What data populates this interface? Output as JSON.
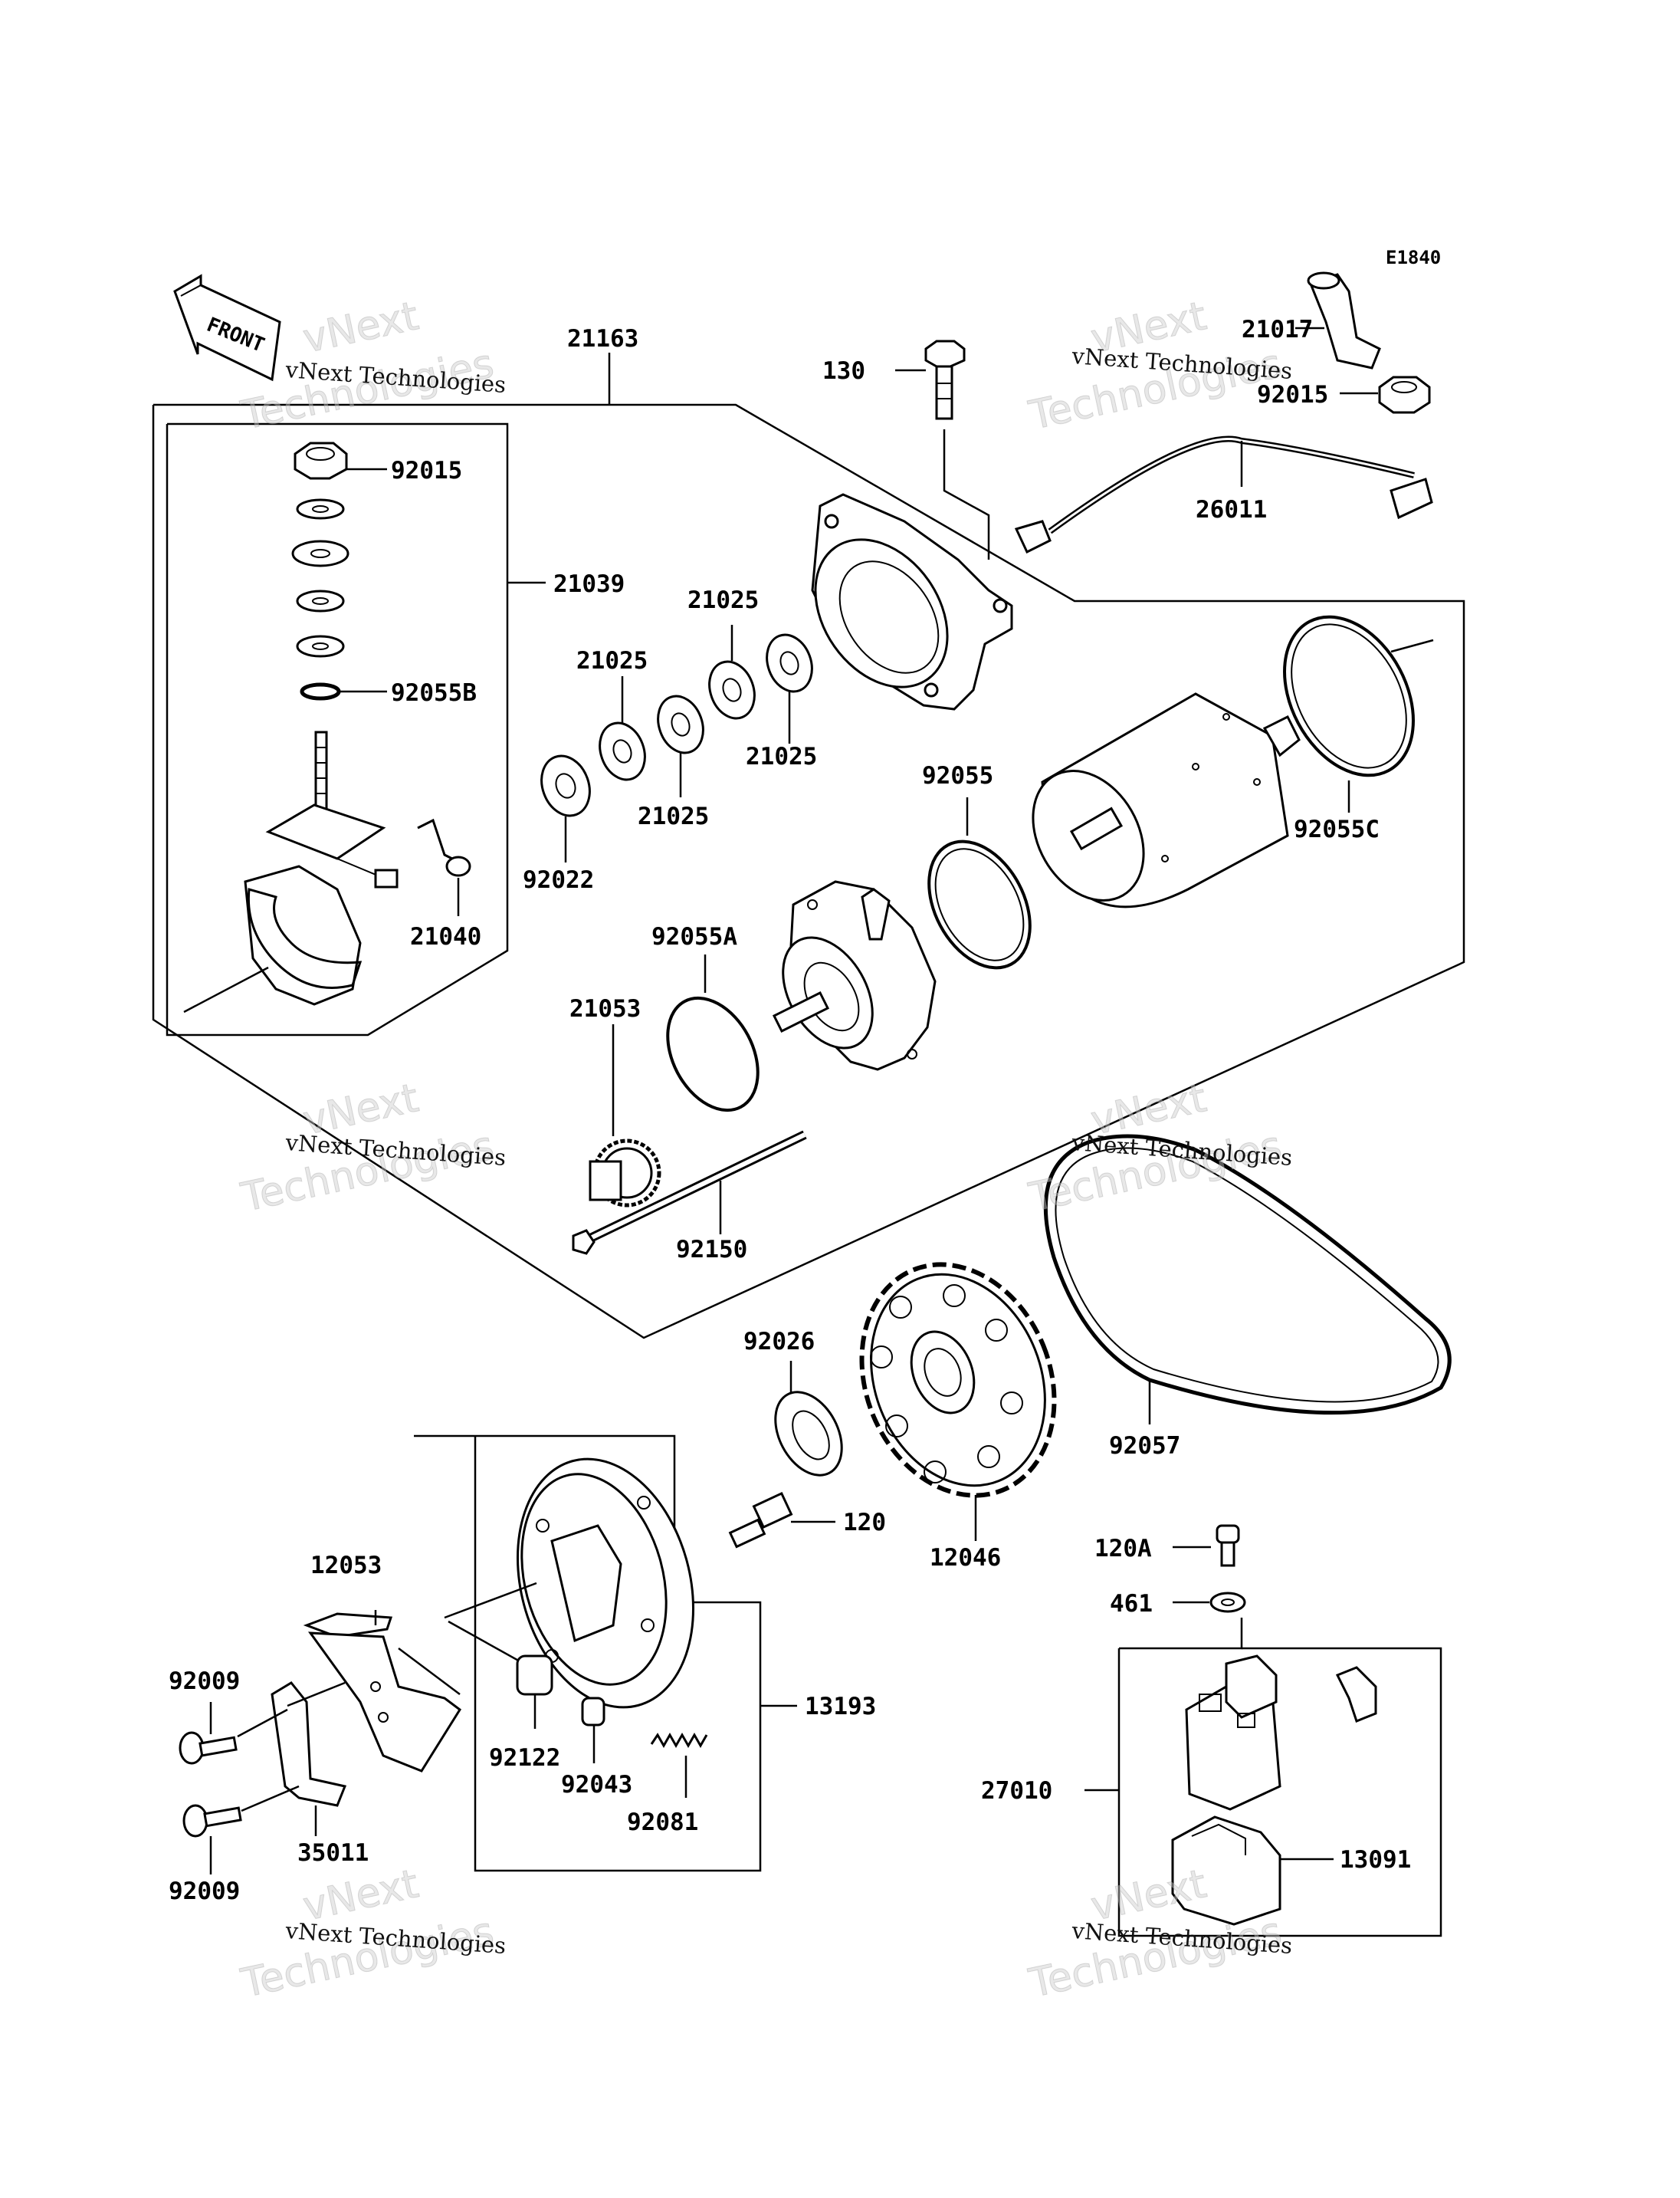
{
  "diagram_code": "E1840",
  "front_arrow_label": "FRONT",
  "watermark": {
    "small": "vNext Technologies",
    "big_line1": "vNext",
    "big_line2": "Technologies"
  },
  "labels": {
    "p21163": "21163",
    "p130": "130",
    "p21017": "21017",
    "p92015_top": "92015",
    "p26011": "26011",
    "p92015": "92015",
    "p21039": "21039",
    "p92055B": "92055B",
    "p21040": "21040",
    "p21025_a": "21025",
    "p21025_b": "21025",
    "p21025_c": "21025",
    "p21025_d": "21025",
    "p92022": "92022",
    "p92055": "92055",
    "p92055C": "92055C",
    "p92055A": "92055A",
    "p21053": "21053",
    "p92150": "92150",
    "p92026": "92026",
    "p120": "120",
    "p12046": "12046",
    "p92057": "92057",
    "p120A": "120A",
    "p461": "461",
    "p12053": "12053",
    "p92009_a": "92009",
    "p92009_b": "92009",
    "p35011": "35011",
    "p92122": "92122",
    "p92043": "92043",
    "p92081": "92081",
    "p13193": "13193",
    "p27010": "27010",
    "p13091": "13091"
  }
}
